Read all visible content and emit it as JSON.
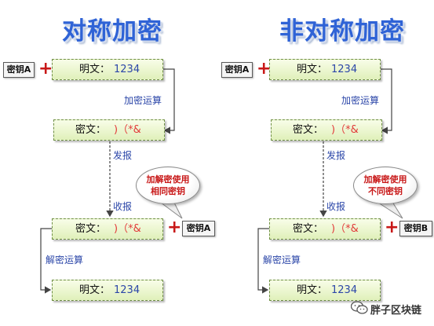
{
  "colors": {
    "title": "#2f63d6",
    "key_plus": "#c81818",
    "step_text": "#2b46a8",
    "cipher_symbols": "#e23a3a",
    "box_fill": "#e0f0ba",
    "box_border": "#6f8f44"
  },
  "symmetric": {
    "title": "对称加密",
    "key_label": "密钥A",
    "plus": "+",
    "plaintext_label": "明文：",
    "plaintext_value": "1234",
    "encrypt_step": "加密运算",
    "ciphertext_label": "密文：",
    "ciphertext_value": ")（*&",
    "send_step": "发报",
    "receive_step": "收报",
    "received_ciphertext_label": "密文：",
    "received_ciphertext_value": ")（*&",
    "decrypt_key_label": "密钥A",
    "bubble_line1": "加解密使用",
    "bubble_line2": "相同密钥",
    "decrypt_step": "解密运算",
    "result_label": "明文：",
    "result_value": "1234"
  },
  "asymmetric": {
    "title": "非对称加密",
    "key_label": "密钥A",
    "plus": "+",
    "plaintext_label": "明文：",
    "plaintext_value": "1234",
    "encrypt_step": "加密运算",
    "ciphertext_label": "密文：",
    "ciphertext_value": ")（*&",
    "send_step": "发报",
    "receive_step": "收报",
    "received_ciphertext_label": "密文：",
    "received_ciphertext_value": ")（*&",
    "decrypt_key_label": "密钥B",
    "bubble_line1": "加解密使用",
    "bubble_line2": "不同密钥",
    "decrypt_step": "解密运算",
    "result_label": "明文：",
    "result_value": "1234"
  },
  "watermark": {
    "text": "胖子区块链",
    "icon": "wechat-icon"
  }
}
